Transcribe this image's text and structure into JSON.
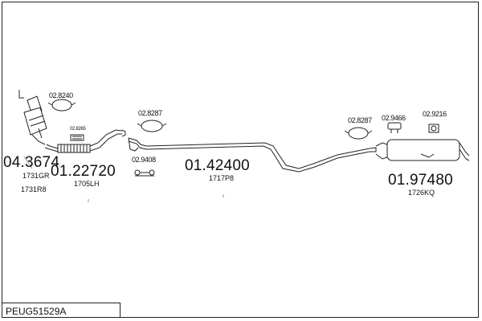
{
  "reference": "PEUG51529A",
  "parts": {
    "catalyst": {
      "number": "04.3674",
      "codes": [
        "1731GR",
        "1731R8"
      ]
    },
    "front_pipe": {
      "number": "01.22720",
      "code": "1705LH"
    },
    "middle_pipe": {
      "number": "01.42400",
      "code": "1717P8"
    },
    "rear_silencer": {
      "number": "01.97480",
      "code": "1726KQ"
    }
  },
  "accessories": {
    "a1": "02.8240",
    "a2": "02.8265",
    "a3": "02.8287",
    "a4": "02.9408",
    "a5": "02.8287",
    "a6": "02.9466",
    "a7": "02.9216"
  }
}
